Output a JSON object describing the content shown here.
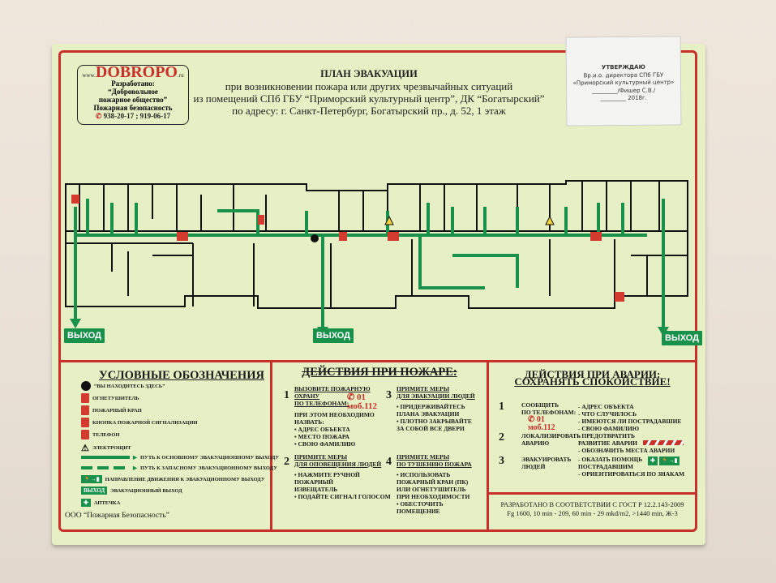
{
  "logo": {
    "prefix": "www.",
    "brand": "DOBROPO",
    "suffix": ".ru",
    "developed": "Разработано:",
    "org1": "“Добровольное",
    "org2": "пожарное общество”",
    "org3": "Пожарная безопасность",
    "phones": "938-20-17 ; 919-06-17"
  },
  "header": {
    "title": "ПЛАН ЭВАКУАЦИИ",
    "line1": "при возникновении пожара или других чрезвычайных ситуаций",
    "line2": "из помещений СПб ГБУ “Приморский культурный центр”, ДК “Богатырский”",
    "line3": "по адресу: г. Санкт-Петербург, Богатырский пр., д. 52, 1 этаж"
  },
  "stamp": {
    "title": "УТВЕРЖДАЮ",
    "l1": "Вр.и.о. директора СПб ГБУ",
    "l2": "«Приморский культурный центр»",
    "l3": "_________/Фишер С.В./",
    "l4": "_________ 2018г."
  },
  "plan": {
    "exit_left": "ВЫХОД",
    "exit_mid": "ВЫХОД",
    "exit_right": "ВЫХОД"
  },
  "legend": {
    "title": "УСЛОВНЫЕ ОБОЗНАЧЕНИЯ",
    "items": [
      "“ВЫ НАХОДИТЕСЬ ЗДЕСЬ”",
      "ОГНЕТУШИТЕЛЬ",
      "ПОЖАРНЫЙ КРАН",
      "КНОПКА ПОЖАРНОЙ СИГНАЛИЗАЦИИ",
      "ТЕЛЕФОН",
      "ЭЛЕКТРОЩИТ",
      "ПУТЬ К ОСНОВНОМУ ЭВАКУАЦИОННОМУ ВЫХОДУ",
      "ПУТЬ К ЗАПАСНОМУ ЭВАКУАЦИОННОМУ ВЫХОДУ",
      "НАПРАВЛЕНИЕ ДВИЖЕНИЯ К ЭВАКУАЦИОННОМУ ВЫХОДУ",
      "ЭВАКУАЦИОННЫЙ ВЫХОД",
      "АПТЕЧКА"
    ],
    "exit_sign": "ВЫХОД",
    "footer": "ООО “Пожарная Безопасность”"
  },
  "fire": {
    "title": "ДЕЙСТВИЯ ПРИ ПОЖАРЕ:",
    "s1": {
      "n": "1",
      "h1": "ВЫЗОВИТЕ ПОЖАРНУЮ",
      "h2": "ОХРАНУ",
      "h3": "ПО ТЕЛЕФОНАМ:",
      "p1": "01",
      "p2": "моб.112",
      "t1": "ПРИ ЭТОМ НЕОБХОДИМО",
      "t2": "НАЗВАТЬ:",
      "b1": "• АДРЕС ОБЪЕКТА",
      "b2": "• МЕСТО ПОЖАРА",
      "b3": "• СВОЮ ФАМИЛИЮ"
    },
    "s2": {
      "n": "2",
      "h1": "ПРИМИТЕ МЕРЫ",
      "h2": "ДЛЯ ОПОВЕЩЕНИЯ ЛЮДЕЙ",
      "b1": "• НАЖМИТЕ РУЧНОЙ",
      "b1b": "ПОЖАРНЫЙ",
      "b1c": "ИЗВЕЩАТЕЛЬ",
      "b2": "• ПОДАЙТЕ СИГНАЛ ГОЛОСОМ"
    },
    "s3": {
      "n": "3",
      "h1": "ПРИМИТЕ МЕРЫ",
      "h2": "ДЛЯ ЭВАКУАЦИИ ЛЮДЕЙ",
      "b1": "• ПРИДЕРЖИВАЙТЕСЬ",
      "b1b": "ПЛАНА ЭВАКУАЦИИ",
      "b2": "• ПЛОТНО ЗАКРЫВАЙТЕ",
      "b2b": "ЗА СОБОЙ ВСЕ ДВЕРИ"
    },
    "s4": {
      "n": "4",
      "h1": "ПРИМИТЕ МЕРЫ",
      "h2": "ПО ТУШЕНИЮ ПОЖАРА",
      "b1": "• ИСПОЛЬЗОВАТЬ",
      "b1b": "ПОЖАРНЫЙ КРАН (ПК)",
      "b1c": "ИЛИ ОГНЕТУШИТЕЛЬ",
      "b1d": "ПРИ НЕОБХОДИМОСТИ",
      "b2": "• ОБЕСТОЧИТЬ",
      "b2b": "ПОМЕЩЕНИЕ"
    }
  },
  "accident": {
    "title1": "ДЕЙСТВИЯ ПРИ АВАРИИ:",
    "title2": "СОХРАНЯТЬ СПОКОЙСТВИЕ!",
    "s1": {
      "n": "1",
      "a": "СООБЩИТЬ",
      "b": "ПО ТЕЛЕФОНАМ:",
      "p1": "01",
      "p2": "моб.112",
      "r1": "- АДРЕС ОБЪЕКТА",
      "r2": "- ЧТО СЛУЧИЛОСЬ",
      "r3": "- ИМЕЮТСЯ ЛИ ПОСТРАДАВШИЕ",
      "r4": "- СВОЮ ФАМИЛИЮ"
    },
    "s2": {
      "n": "2",
      "a": "ЛОКАЛИЗИРОВАТЬ",
      "b": "АВАРИЮ",
      "r1": "- ПРЕДОТВРАТИТЬ",
      "r2": "РАЗВИТИЕ АВАРИИ",
      "r3": "- ОБОЗНАЧИТЬ МЕСТА АВАРИИ"
    },
    "s3": {
      "n": "3",
      "a": "ЭВАКУИРОВАТЬ",
      "b": "ЛЮДЕЙ",
      "r1": "- ОКАЗАТЬ ПОМОЩЬ",
      "r2": "ПОСТРАДАВШИМ",
      "r3": "- ОРИЕНТИРОВАТЬСЯ ПО ЗНАКАМ"
    },
    "gost": "РАЗРАБОТАНО В СООТВЕТСТВИИ С ГОСТ Р 12.2.143-2009",
    "spec": "Fg 1600, 10 min - 209, 60 min - 29 mkd/m2, >1440 min, Ж-3"
  },
  "colors": {
    "board": "#e7efc4",
    "red": "#c8302a",
    "green": "#18924a"
  }
}
